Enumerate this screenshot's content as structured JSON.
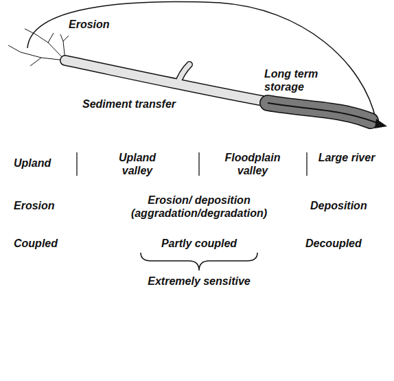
{
  "diagram": {
    "labels": [
      "Erosion",
      "Long term storage",
      "Sediment transfer",
      "Upland",
      "Upland valley",
      "Floodplain valley",
      "Large river",
      "Erosion",
      "Erosion/ deposition (aggradation/degradation)",
      "Deposition",
      "Coupled",
      "Partly coupled",
      "Decoupled",
      "Extremely sensitive"
    ]
  }
}
